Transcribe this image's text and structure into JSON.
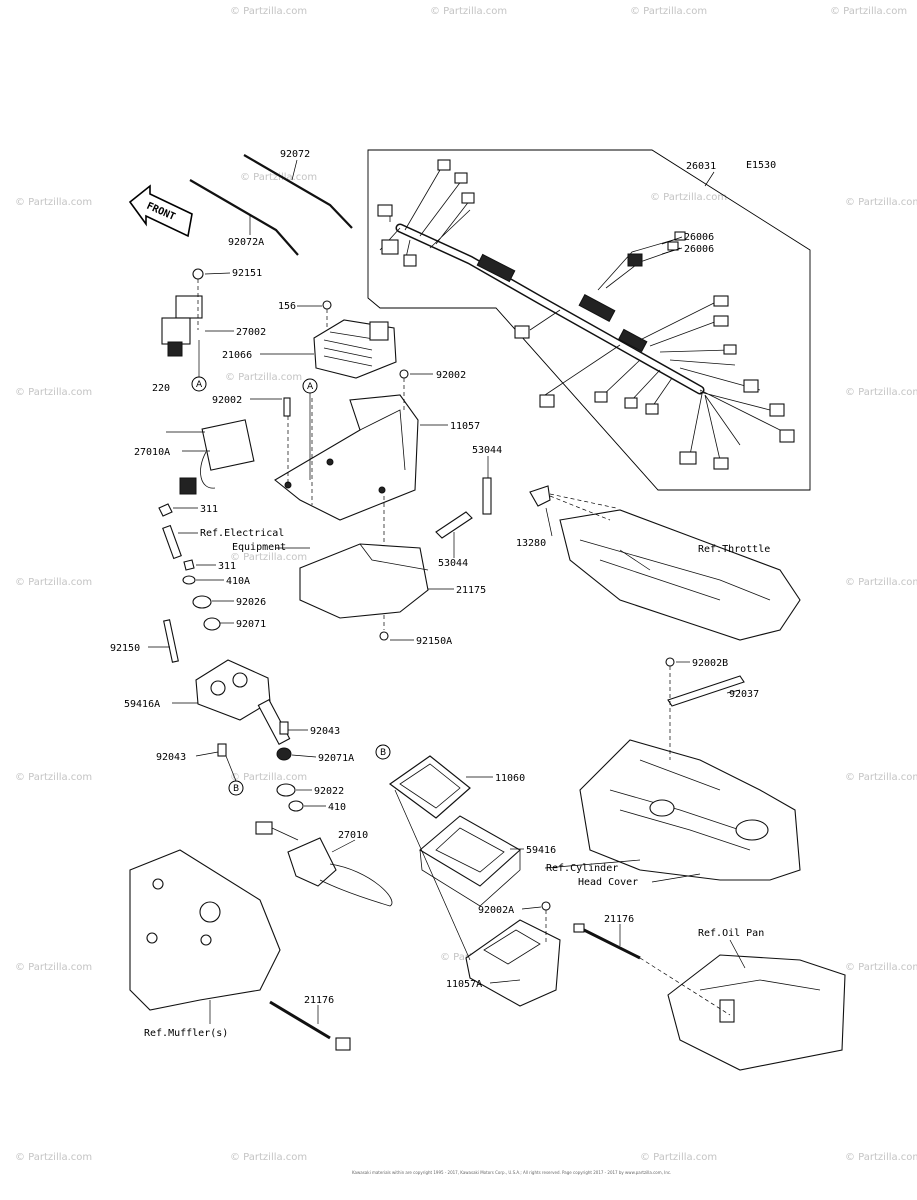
{
  "diagram_code": "E1530",
  "front_label": "FRONT",
  "watermark_text": "© Partzilla.com",
  "footer_text": "Kawasaki materials within are copyright 1995 - 2017, Kawasaki Motors Corp., U.S.A.; All rights reserved. Page copyright 2017 - 2017 by www.partzilla.com, Inc.",
  "part_labels": {
    "p92072": "92072",
    "p92072A": "92072A",
    "p26031": "26031",
    "p26006a": "26006",
    "p26006b": "26006",
    "p92151": "92151",
    "p27002": "27002",
    "p156": "156",
    "p21066": "21066",
    "p220": "220",
    "p92002a": "92002",
    "p92002b": "92002",
    "p11057": "11057",
    "p27010A": "27010A",
    "p53044a": "53044",
    "p53044b": "53044",
    "p311a": "311",
    "p311b": "311",
    "p13280": "13280",
    "p410A": "410A",
    "p21175": "21175",
    "p92026": "92026",
    "p92071": "92071",
    "p92150A": "92150A",
    "p92150": "92150",
    "p59416A": "59416A",
    "p92043a": "92043",
    "p92043b": "92043",
    "p92071A": "92071A",
    "p92002B": "92002B",
    "p92037": "92037",
    "p92022": "92022",
    "p410": "410",
    "p11060": "11060",
    "p27010": "27010",
    "p59416": "59416",
    "p92002A": "92002A",
    "p21176a": "21176",
    "p21176b": "21176",
    "p11057A": "11057A"
  },
  "reference_labels": {
    "electrical_line1": "Ref.Electrical",
    "electrical_line2": "Equipment",
    "throttle": "Ref.Throttle",
    "cylinder_line1": "Ref.Cylinder",
    "cylinder_line2": "Head Cover",
    "oil_pan": "Ref.Oil Pan",
    "muffler": "Ref.Muffler(s)"
  },
  "callouts": {
    "A1": "A",
    "A2": "A",
    "B1": "B",
    "B2": "B"
  }
}
